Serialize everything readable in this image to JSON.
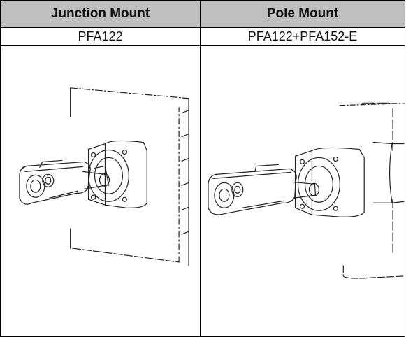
{
  "table": {
    "headers": [
      "Junction Mount",
      "Pole Mount"
    ],
    "models": [
      "PFA122",
      "PFA122+PFA152-E"
    ]
  },
  "figures": [
    {
      "icon": "junction-mount-wall-illustration-icon"
    },
    {
      "icon": "pole-mount-illustration-icon"
    }
  ]
}
